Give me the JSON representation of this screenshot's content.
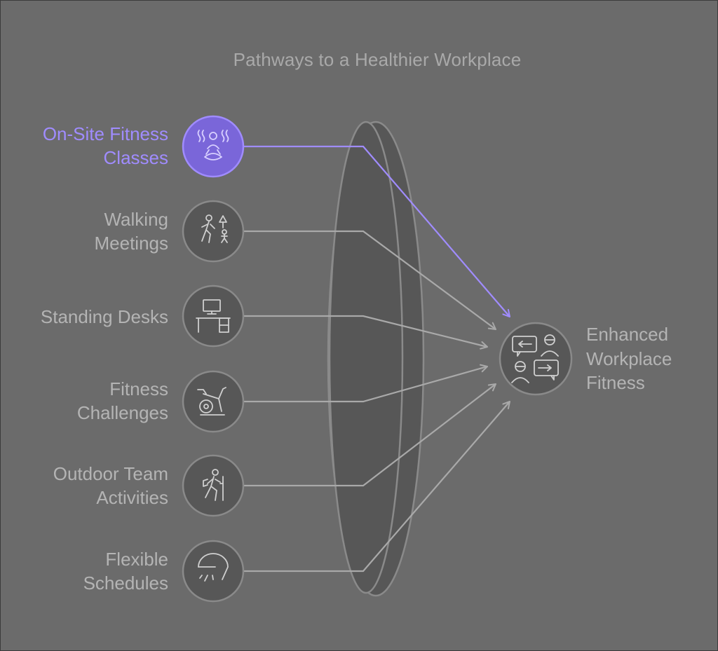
{
  "title": "Pathways to a Healthier Workplace",
  "sources": [
    {
      "line1": "On-Site Fitness",
      "line2": "Classes",
      "icon": "meditation-icon",
      "highlighted": true
    },
    {
      "line1": "Walking",
      "line2": "Meetings",
      "icon": "walking-icon",
      "highlighted": false
    },
    {
      "line1": "Standing Desks",
      "line2": "",
      "icon": "desk-icon",
      "highlighted": false
    },
    {
      "line1": "Fitness",
      "line2": "Challenges",
      "icon": "exercise-bike-icon",
      "highlighted": false
    },
    {
      "line1": "Outdoor Team",
      "line2": "Activities",
      "icon": "hiking-icon",
      "highlighted": false
    },
    {
      "line1": "Flexible",
      "line2": "Schedules",
      "icon": "gauge-icon",
      "highlighted": false
    }
  ],
  "target": {
    "line1": "Enhanced",
    "line2": "Workplace",
    "line3": "Fitness",
    "icon": "collaboration-icon"
  },
  "colors": {
    "background": "#6b6b6b",
    "highlight": "#a08cff",
    "highlight_fill": "#7a66d9",
    "node_fill": "#575757",
    "lens_fill": "#575757",
    "stroke": "#a9a9a9",
    "text": "#b4b4b4"
  }
}
